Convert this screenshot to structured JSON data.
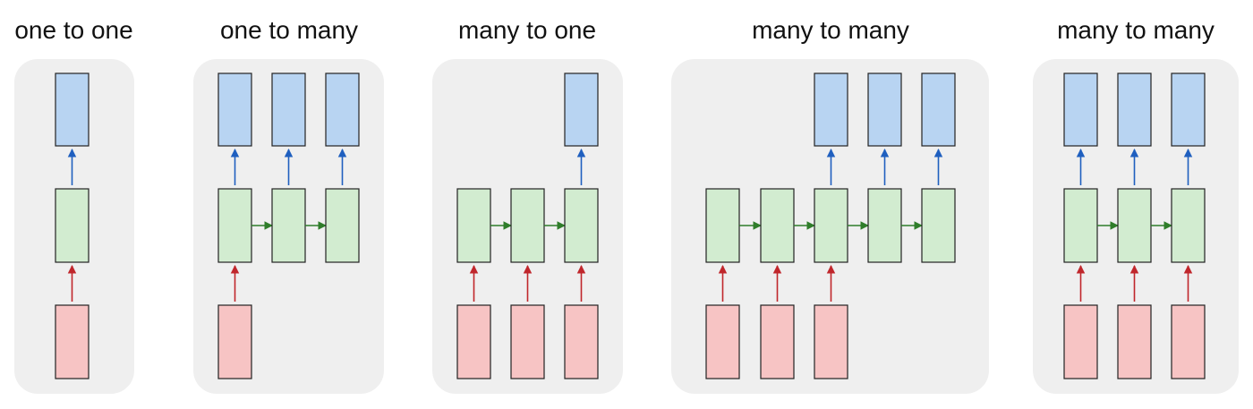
{
  "diagram": {
    "colors": {
      "background": "#ffffff",
      "panel": "#efefef",
      "output_fill": "#b8d4f2",
      "hidden_fill": "#d2ecd0",
      "input_fill": "#f7c4c4",
      "border": "#222222",
      "arrow_output": "#1f5fbf",
      "arrow_input": "#c0262b",
      "arrow_recurrent": "#2f7d2a"
    },
    "panels": [
      {
        "title": "one to one",
        "inputs": [
          true
        ],
        "hidden": [
          true
        ],
        "outputs": [
          true
        ]
      },
      {
        "title": "one to many",
        "inputs": [
          true,
          false,
          false
        ],
        "hidden": [
          true,
          true,
          true
        ],
        "outputs": [
          true,
          true,
          true
        ]
      },
      {
        "title": "many to one",
        "inputs": [
          true,
          true,
          true
        ],
        "hidden": [
          true,
          true,
          true
        ],
        "outputs": [
          false,
          false,
          true
        ]
      },
      {
        "title": "many to many",
        "inputs": [
          true,
          true,
          true,
          false,
          false
        ],
        "hidden": [
          true,
          true,
          true,
          true,
          true
        ],
        "outputs": [
          false,
          false,
          true,
          true,
          true
        ]
      },
      {
        "title": "many to many",
        "inputs": [
          true,
          true,
          true
        ],
        "hidden": [
          true,
          true,
          true
        ],
        "outputs": [
          true,
          true,
          true
        ]
      }
    ]
  }
}
